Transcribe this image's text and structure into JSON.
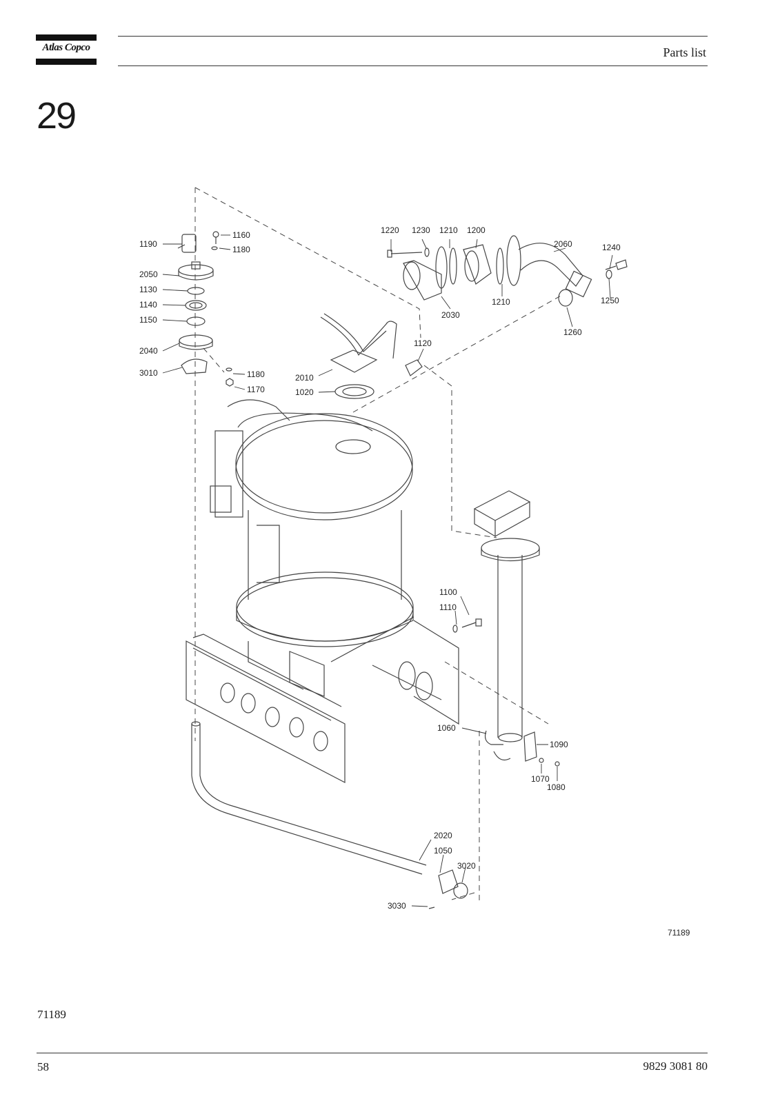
{
  "header": {
    "brand": "Atlas Copco",
    "section_title": "Parts list"
  },
  "chapter_number": "29",
  "drawing": {
    "drawing_number": "71189",
    "callouts": [
      "1190",
      "1160",
      "1180",
      "2050",
      "1130",
      "1140",
      "1150",
      "2040",
      "3010",
      "1180",
      "1170",
      "1220",
      "1230",
      "1210",
      "1200",
      "2060",
      "1240",
      "1250",
      "1260",
      "1210",
      "2030",
      "1120",
      "2010",
      "1020",
      "1100",
      "1110",
      "1060",
      "1090",
      "1070",
      "1080",
      "2020",
      "1050",
      "3020",
      "3030"
    ]
  },
  "footer": {
    "figure_id": "71189",
    "page_number": "58",
    "document_number": "9829 3081 80"
  }
}
